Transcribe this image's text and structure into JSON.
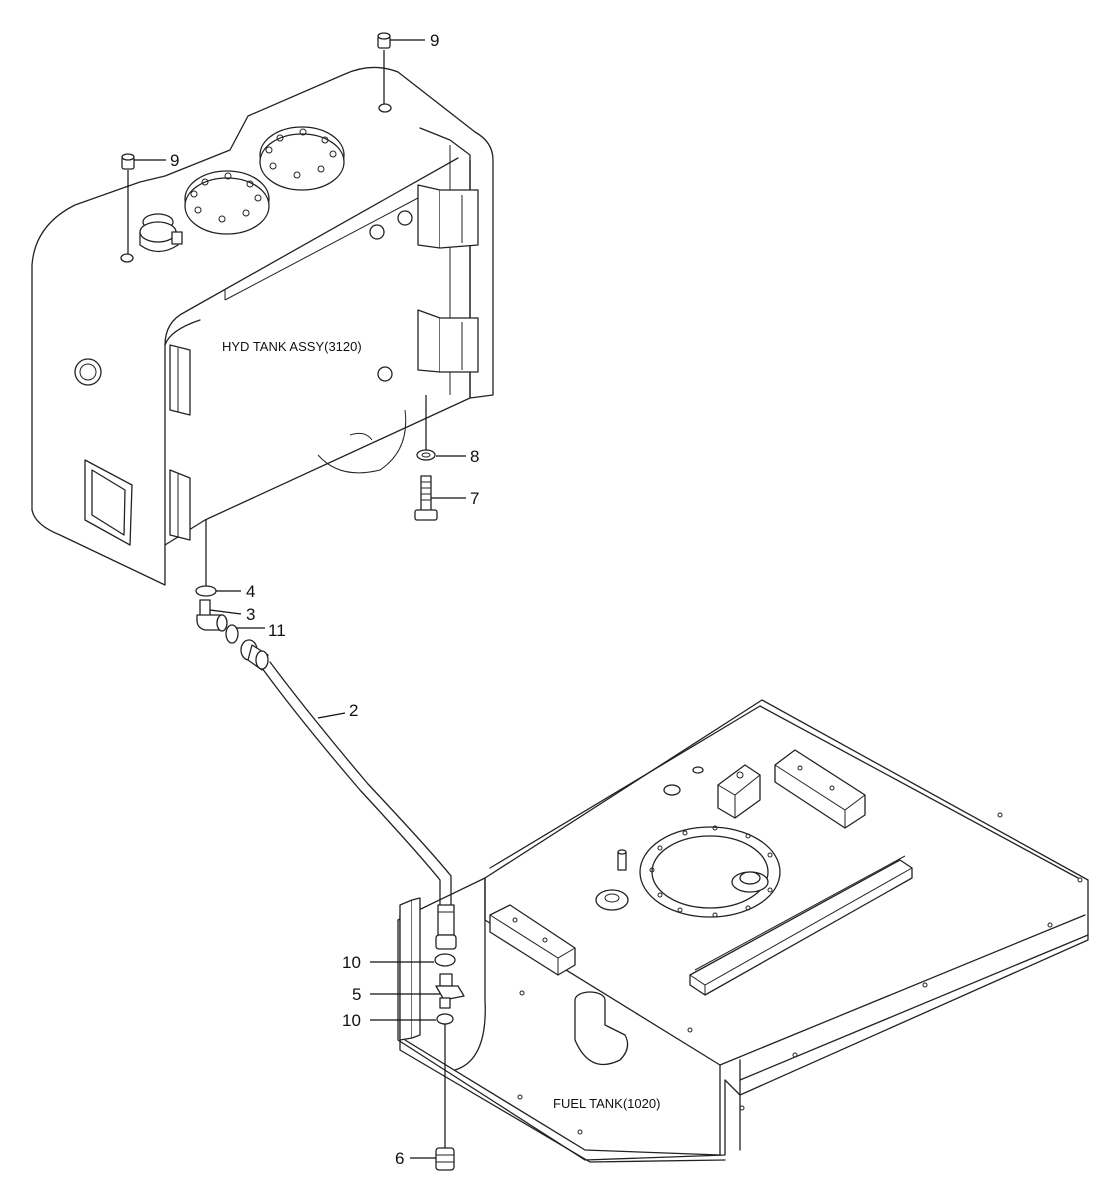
{
  "labels": {
    "hyd_tank": "HYD TANK ASSY(3120)",
    "fuel_tank": "FUEL TANK(1020)"
  },
  "callouts": {
    "p2": "2",
    "p3": "3",
    "p4": "4",
    "p5": "5",
    "p6": "6",
    "p7": "7",
    "p8": "8",
    "p9_top": "9",
    "p9_left": "9",
    "p10_upper": "10",
    "p10_lower": "10",
    "p11": "11"
  }
}
